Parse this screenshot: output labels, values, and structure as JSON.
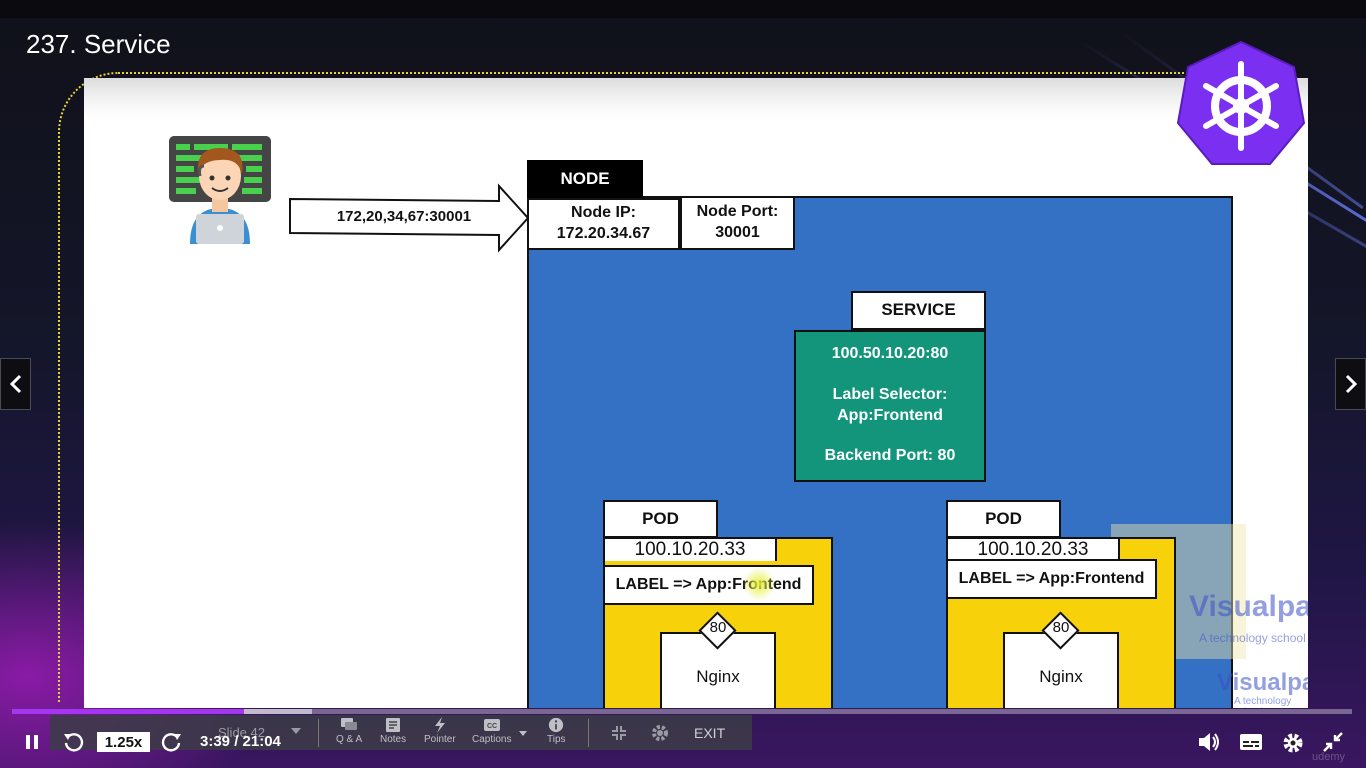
{
  "lecture": {
    "title": "237. Service"
  },
  "diagram": {
    "client_address": "172,20,34,67:30001",
    "node": {
      "label": "NODE",
      "ip_label": "Node IP:",
      "ip_value": "172.20.34.67",
      "port_label": "Node Port:",
      "port_value": "30001"
    },
    "service": {
      "label": "SERVICE",
      "cluster_ip": "100.50.10.20:80",
      "selector_label": "Label Selector:",
      "selector_value": "App:Frontend",
      "backend_port": "Backend Port: 80"
    },
    "pods": [
      {
        "label": "POD",
        "ip": "100.10.20.33",
        "selector": "LABEL => App:Frontend",
        "port": "80",
        "container": "Nginx"
      },
      {
        "label": "POD",
        "ip": "100.10.20.33",
        "selector": "LABEL => App:Frontend",
        "port": "80",
        "container": "Nginx"
      }
    ],
    "colors": {
      "node_bg": "#3470c4",
      "service_bg": "#13957c",
      "pod_bg": "#f7d20a",
      "k8s_logo": "#7b2ff0"
    },
    "watermark": {
      "brand": "Visualpath",
      "tagline": "A technology school"
    }
  },
  "ppt_toolbar": {
    "slide_indicator": "Slide 42",
    "tools": [
      {
        "label": "Q & A",
        "icon": "chat-icon"
      },
      {
        "label": "Notes",
        "icon": "notes-icon"
      },
      {
        "label": "Pointer",
        "icon": "pointer-icon"
      },
      {
        "label": "Captions",
        "icon": "cc-icon"
      },
      {
        "label": "Tips",
        "icon": "info-icon"
      }
    ],
    "exit_label": "EXIT"
  },
  "player": {
    "playback_speed": "1.25x",
    "time": "3:39 / 21:04",
    "progress_fraction": 0.173,
    "accent": "#a435f0",
    "brand": "udemy"
  }
}
